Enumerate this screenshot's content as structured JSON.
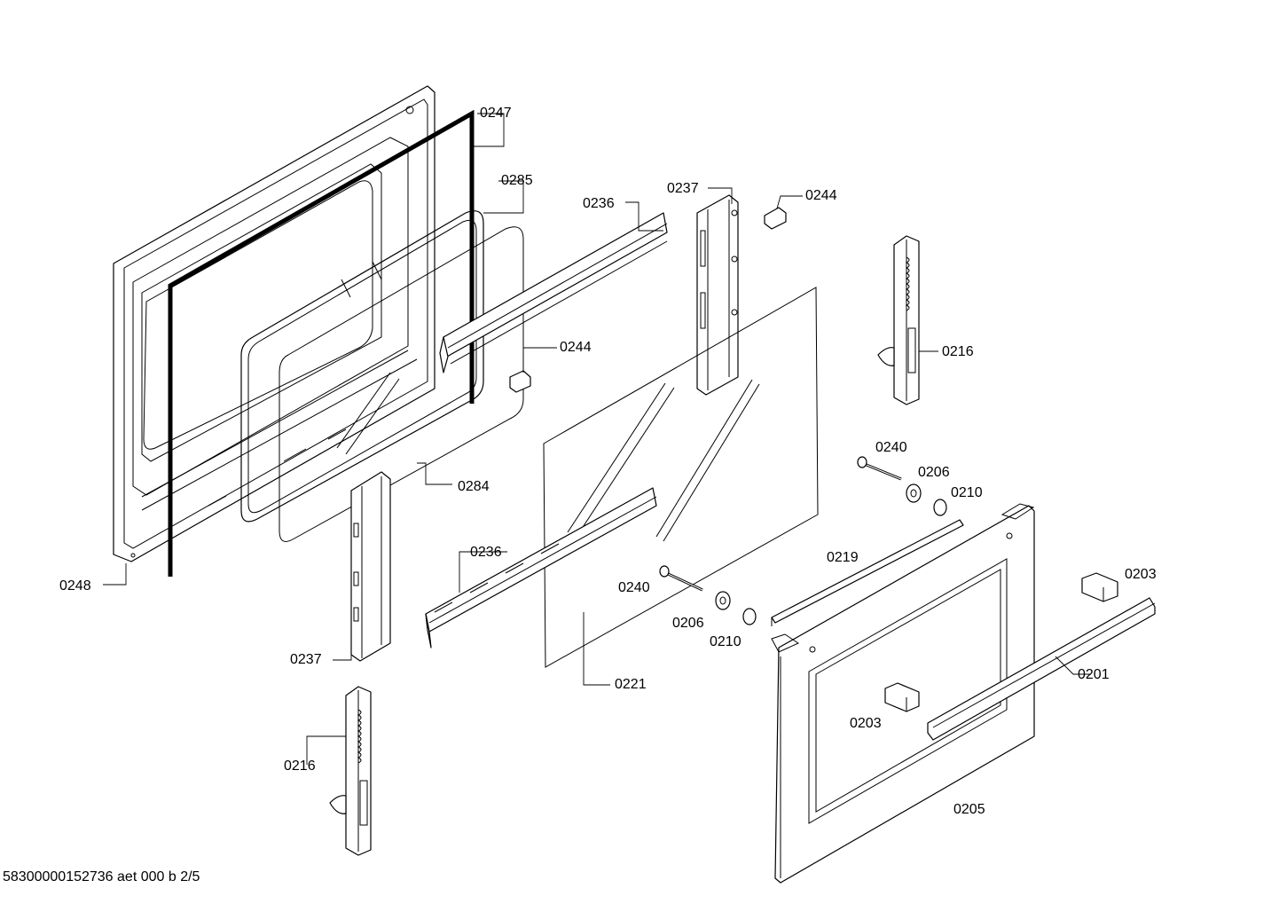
{
  "labels": {
    "p0247": "0247",
    "p0285": "0285",
    "p0236a": "0236",
    "p0237a": "0237",
    "p0244a": "0244",
    "p0216a": "0216",
    "p0244b": "0244",
    "p0240a": "0240",
    "p0206a": "0206",
    "p0210a": "0210",
    "p0284": "0284",
    "p0236b": "0236",
    "p0219": "0219",
    "p0203a": "0203",
    "p0248": "0248",
    "p0240b": "0240",
    "p0206b": "0206",
    "p0210b": "0210",
    "p0237b": "0237",
    "p0221": "0221",
    "p0201": "0201",
    "p0203b": "0203",
    "p0216b": "0216",
    "p0205": "0205"
  },
  "footer": "58300000152736 aet 000 b 2/5"
}
